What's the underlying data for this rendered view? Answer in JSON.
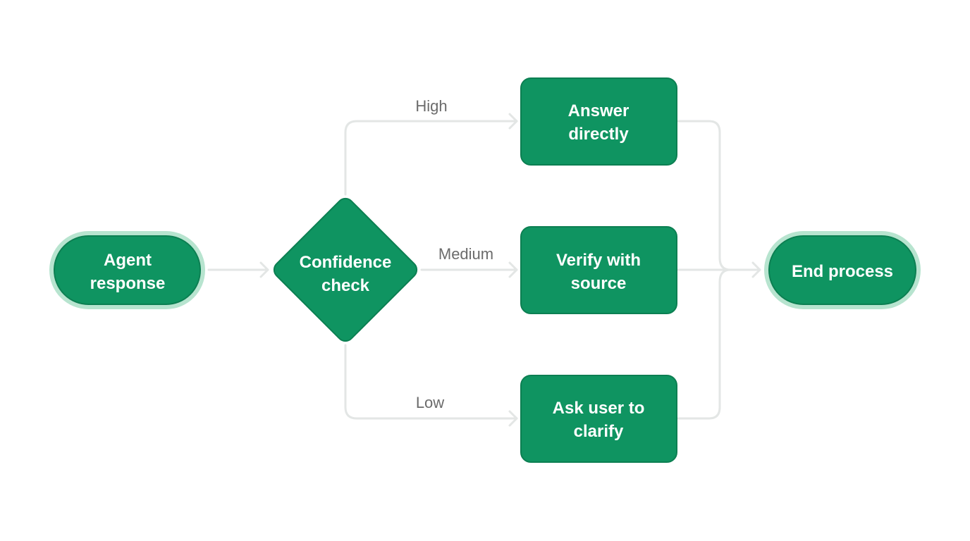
{
  "colors": {
    "node_fill": "#0f9461",
    "node_border": "#0c7f52",
    "terminal_halo": "#b7e4cf",
    "connector": "#e3e6e5",
    "label_text": "#6b6b6b",
    "node_text": "#ffffff"
  },
  "nodes": {
    "start": {
      "line1": "Agent",
      "line2": "response"
    },
    "decision": {
      "line1": "Confidence",
      "line2": "check"
    },
    "answer": {
      "line1": "Answer",
      "line2": "directly"
    },
    "verify": {
      "line1": "Verify with",
      "line2": "source"
    },
    "ask": {
      "line1": "Ask user to",
      "line2": "clarify"
    },
    "end": {
      "label": "End process"
    }
  },
  "edges": {
    "high": "High",
    "medium": "Medium",
    "low": "Low"
  }
}
